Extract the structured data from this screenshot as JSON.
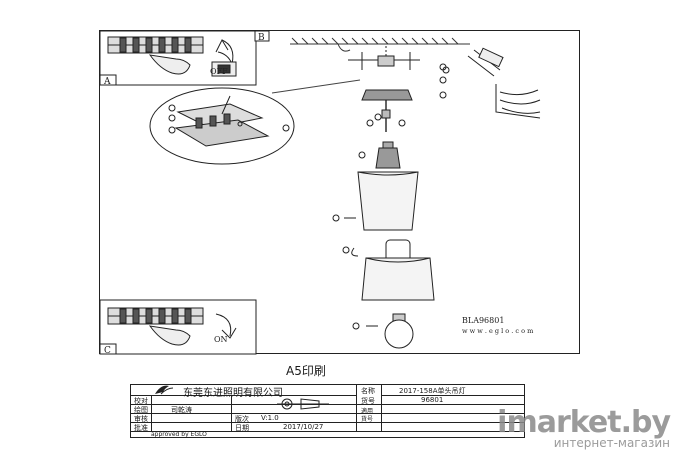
{
  "drawing": {
    "step_b": "B",
    "step_a": "A",
    "step_c": "C",
    "off_label": "OFF",
    "on_label": "ON",
    "model": "BLA96801",
    "website": "w w w . e g l o . c o m"
  },
  "title_block": {
    "print_format": "A5印刷",
    "company": "东莞东进照明有限公司",
    "rows": [
      {
        "label": "校对",
        "value": ""
      },
      {
        "label": "绘图",
        "value": "司乾涛"
      },
      {
        "label": "审核",
        "value": ""
      },
      {
        "label": "批准",
        "value": ""
      }
    ],
    "version_label": "版次",
    "version_value": "V:1.0",
    "date_label": "日期",
    "date_value": "2017/10/27",
    "name_label": "名称",
    "name_value": "2017-158A单头吊灯",
    "item_label": "货号",
    "item_value": "96801",
    "applies_label": "適用",
    "applies_label2": "貨号",
    "approved": "approved by EGLO"
  },
  "watermark": {
    "brand": "imarket.by",
    "sub": "интернет-магазин"
  }
}
